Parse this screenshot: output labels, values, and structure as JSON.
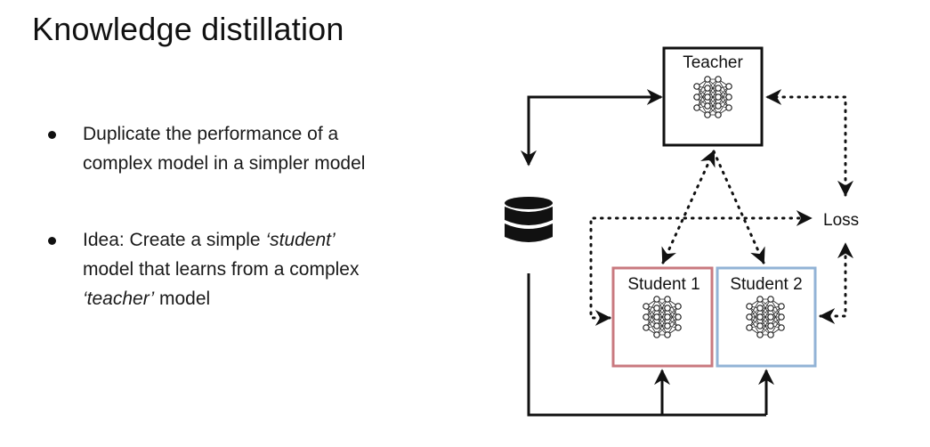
{
  "title": "Knowledge distillation",
  "bullets": [
    {
      "line1": "Duplicate the performance of a",
      "line2": "complex model in a simpler model"
    },
    {
      "line1_prefix": "Idea: Create a simple ",
      "line1_em": "‘student’",
      "line2": "model that learns from a complex",
      "line3_em": "‘teacher’",
      "line3_suffix": " model"
    }
  ],
  "diagram": {
    "teacher_label": "Teacher",
    "student1_label": "Student 1",
    "student2_label": "Student 2",
    "loss_label": "Loss",
    "colors": {
      "teacher_border": "#111111",
      "student1_border": "#c9797f",
      "student2_border": "#92b3d6",
      "arrows": "#111111"
    },
    "icons": {
      "network": "neural-network-icon",
      "database": "database-icon"
    }
  }
}
